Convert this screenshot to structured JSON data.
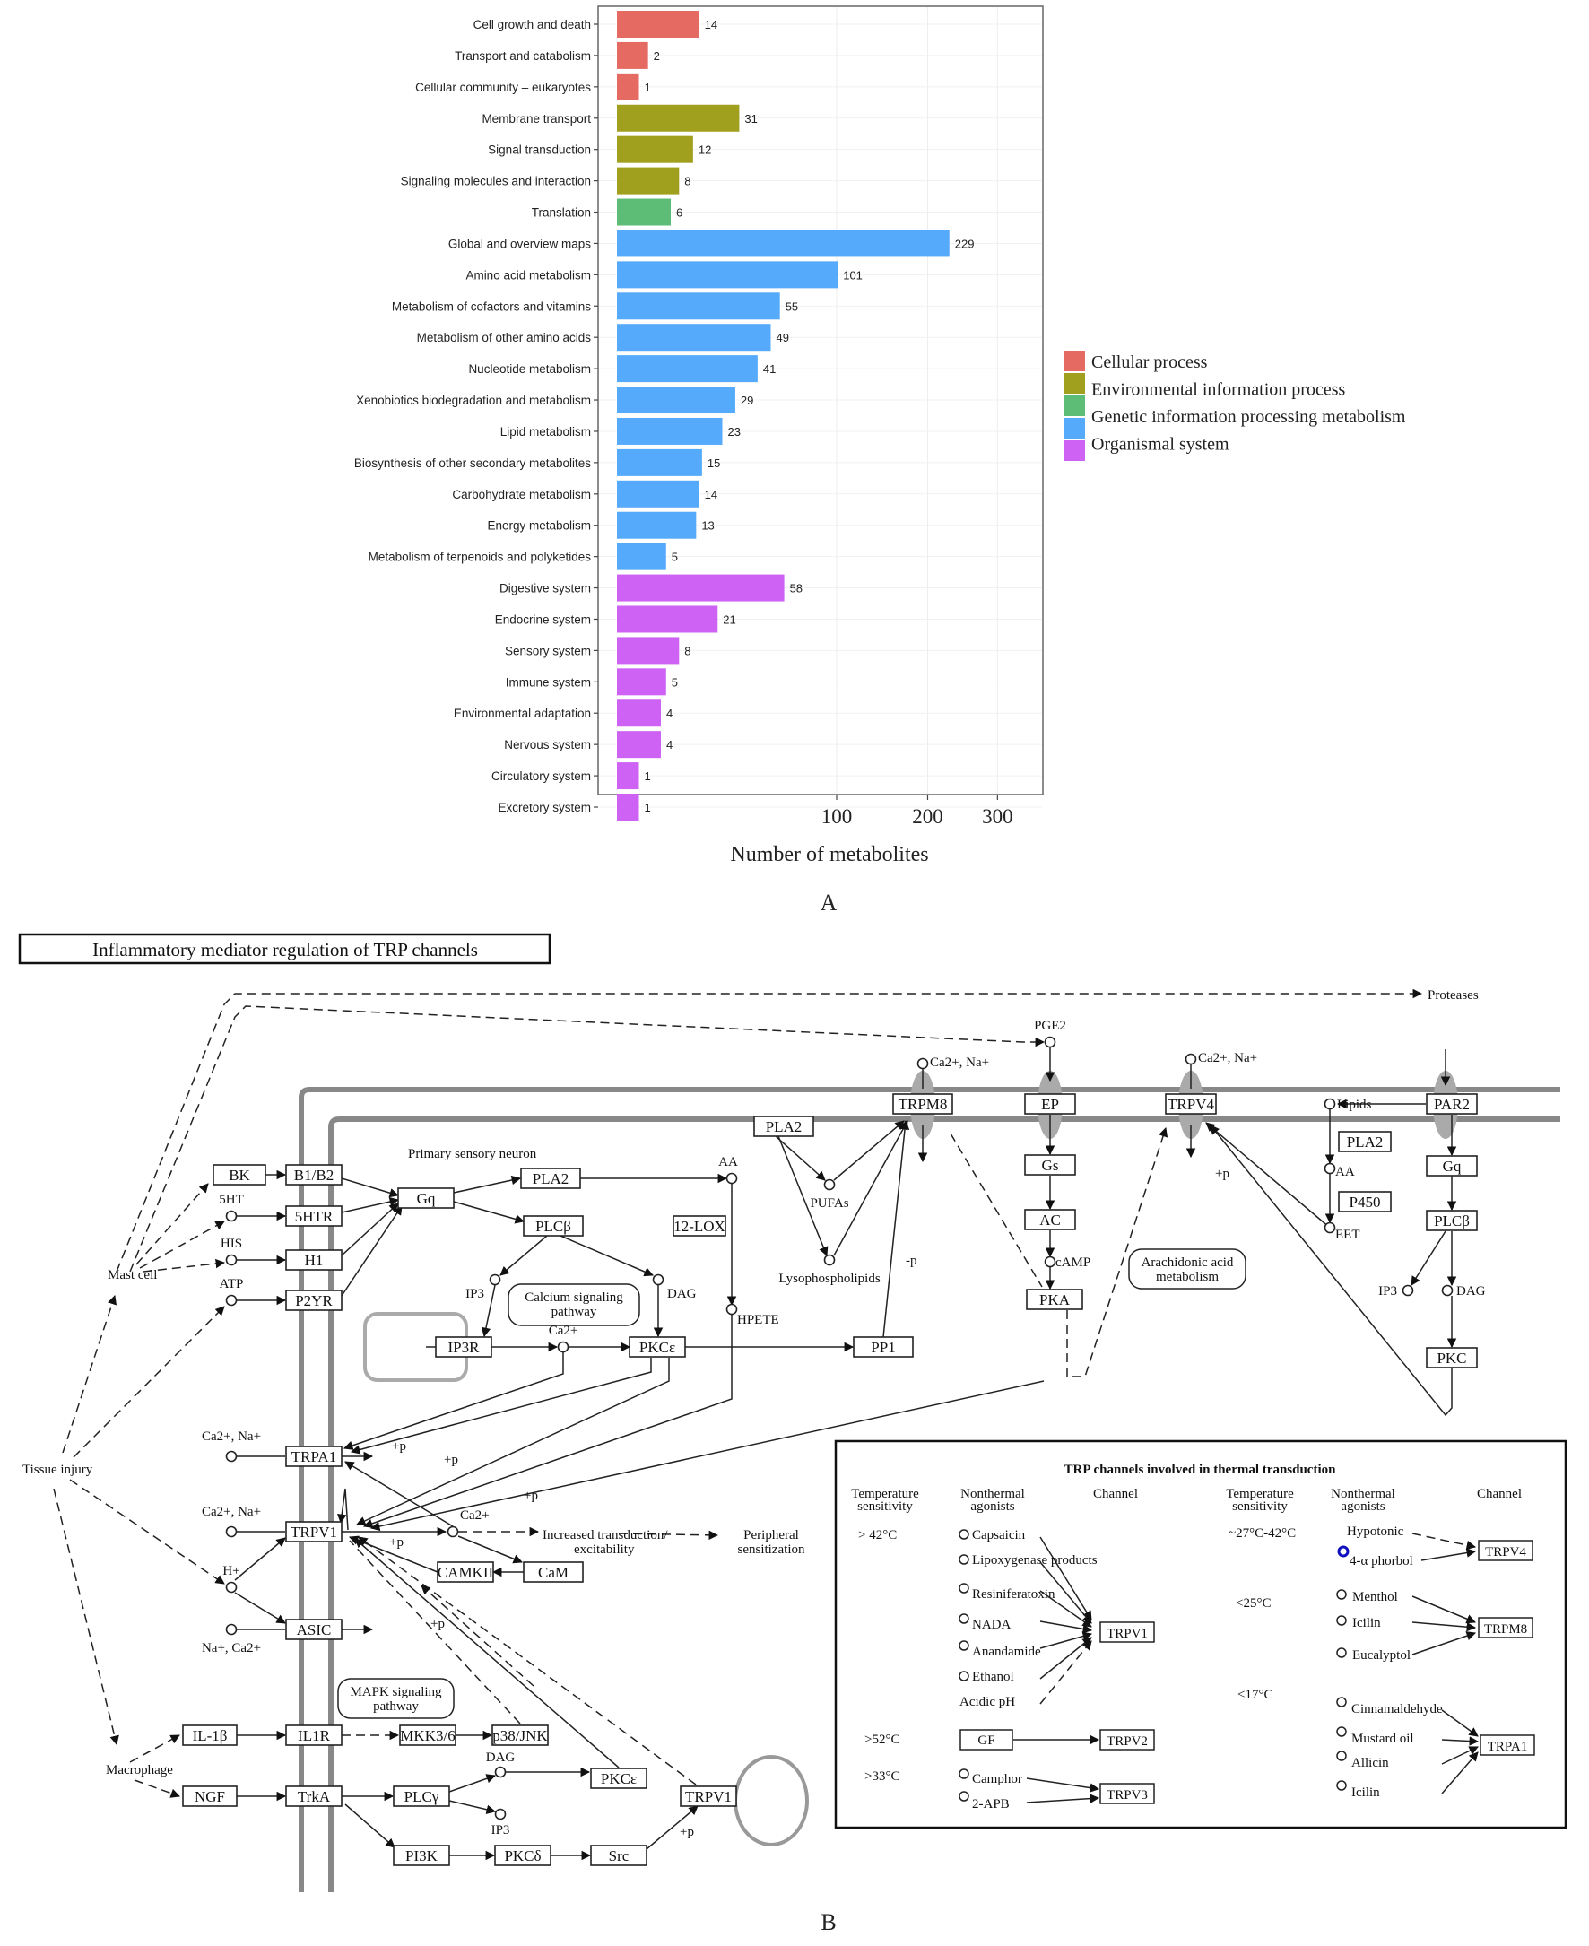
{
  "panel_a_label": "A",
  "panel_b_label": "B",
  "chart_data": {
    "type": "bar",
    "orientation": "horizontal",
    "xscale": "sqrt",
    "title": "",
    "xlabel": "Number of metabolites",
    "ylabel": "",
    "xticks": [
      100,
      200,
      300
    ],
    "xlim": [
      0,
      330
    ],
    "grid": true,
    "legend_position": "right",
    "categories": [
      "Cell growth and death",
      "Transport and catabolism",
      "Cellular community – eukaryotes",
      "Membrane transport",
      "Signal transduction",
      "Signaling molecules and interaction",
      "Translation",
      "Global and overview maps",
      "Amino acid metabolism",
      "Metabolism of cofactors and vitamins",
      "Metabolism of other amino acids",
      "Nucleotide metabolism",
      "Xenobiotics biodegradation and metabolism",
      "Lipid metabolism",
      "Biosynthesis of other secondary metabolites",
      "Carbohydrate metabolism",
      "Energy metabolism",
      "Metabolism of terpenoids and polyketides",
      "Digestive system",
      "Endocrine system",
      "Sensory system",
      "Immune system",
      "Environmental adaptation",
      "Nervous system",
      "Circulatory system",
      "Excretory system"
    ],
    "values": [
      14,
      2,
      1,
      31,
      12,
      8,
      6,
      229,
      101,
      55,
      49,
      41,
      29,
      23,
      15,
      14,
      13,
      5,
      58,
      21,
      8,
      5,
      4,
      4,
      1,
      1
    ],
    "groups": [
      0,
      0,
      0,
      1,
      1,
      1,
      2,
      3,
      3,
      3,
      3,
      3,
      3,
      3,
      3,
      3,
      3,
      3,
      4,
      4,
      4,
      4,
      4,
      4,
      4,
      4
    ],
    "legend": {
      "swatch_colors": [
        "#E46A62",
        "#A0A01E",
        "#5DBD77",
        "#56AAFB",
        "#CD62F5"
      ],
      "labels": [
        "Cellular process",
        "Environmental information process",
        "Genetic information processing metabolism",
        "Organismal system"
      ]
    }
  },
  "diagram": {
    "title": "Inflammatory mediator regulation of TRP channels",
    "region_label": "Primary sensory neuron",
    "nodes": {
      "BK": "BK",
      "B1B2": "B1/B2",
      "HTR5": "5HTR",
      "H1": "H1",
      "P2YR": "P2YR",
      "Gq": "Gq",
      "PLA2a": "PLA2",
      "PLCb": "PLCβ",
      "LOX12": "12-LOX",
      "IP3R": "IP3R",
      "PKCe": "PKCε",
      "PP1": "PP1",
      "PLA2b": "PLA2",
      "TRPM8": "TRPM8",
      "EP": "EP",
      "Gs": "Gs",
      "AC": "AC",
      "PKA": "PKA",
      "TRPV4": "TRPV4",
      "PAR2": "PAR2",
      "PLA2c": "PLA2",
      "P450": "P450",
      "Gq2": "Gq",
      "PLCb2": "PLCβ",
      "PKC": "PKC",
      "TRPA1": "TRPA1",
      "TRPV1": "TRPV1",
      "CAMKII": "CAMKII",
      "CaM": "CaM",
      "ASIC": "ASIC",
      "IL1b": "IL-1β",
      "IL1R": "IL1R",
      "MKK36": "MKK3/6",
      "p38": "p38/JNK",
      "NGF": "NGF",
      "TrkA": "TrkA",
      "PLCg": "PLCγ",
      "PKCe2": "PKCε",
      "TRPV1b": "TRPV1",
      "PI3K": "PI3K",
      "PKCd": "PKCδ",
      "Src": "Src"
    },
    "compounds": {
      "HT5": "5HT",
      "HIS": "HIS",
      "ATP": "ATP",
      "AA": "AA",
      "IP3": "IP3",
      "DAG": "DAG",
      "Ca1": "Ca2+",
      "HPETE": "HPETE",
      "PUFAs": "PUFAs",
      "Lyso": "Lysophospholipids",
      "PGE2": "PGE2",
      "cAMP": "cAMP",
      "Lipids": "Lipids",
      "AA2": "AA",
      "EET": "EET",
      "IP3b": "IP3",
      "DAG2": "DAG",
      "CaNa1": "Ca2+, Na+",
      "CaNa2": "Ca2+, Na+",
      "CaNa3": "Ca2+, Na+",
      "CaNa4": "Ca2+, Na+",
      "Ca2": "Ca2+",
      "H": "H+",
      "NaCa": "Na+, Ca2+",
      "DAG3": "DAG",
      "IP3c": "IP3"
    },
    "text_labels": {
      "mast_cell": "Mast cell",
      "tissue_injury": "Tissue injury",
      "macrophage": "Macrophage",
      "proteases": "Proteases",
      "increased": [
        "Increased transduction/",
        "excitability"
      ],
      "peripheral": [
        "Peripheral",
        "sensitization"
      ],
      "plus_p": "+p",
      "minus_p": "-p"
    },
    "pathway_maps": {
      "calcium": [
        "Calcium signaling",
        "pathway"
      ],
      "mapk": [
        "MAPK signaling",
        "pathway"
      ],
      "arachidonic": [
        "Arachidonic acid",
        "metabolism"
      ]
    },
    "thermal_box": {
      "title": "TRP channels involved in thermal transduction",
      "headers": [
        [
          "Temperature",
          "sensitivity"
        ],
        [
          "Nonthermal",
          "agonists"
        ],
        [
          "Channel"
        ]
      ],
      "left": [
        {
          "temp": "> 42°C",
          "agonists": [
            "Capsaicin",
            "Lipoxygenase products",
            "Resiniferatoxin",
            "NADA",
            "Anandamide",
            "Ethanol",
            "Acidic pH"
          ],
          "channel": "TRPV1"
        },
        {
          "temp": ">52°C",
          "agonists": [
            "GF"
          ],
          "channel": "TRPV2"
        },
        {
          "temp": ">33°C",
          "agonists": [
            "Camphor",
            "2-APB"
          ],
          "channel": "TRPV3"
        }
      ],
      "right": [
        {
          "temp": "~27°C-42°C",
          "agonists": [
            "Hypotonic",
            "4-α phorbol"
          ],
          "channel": "TRPV4"
        },
        {
          "temp": "<25°C",
          "agonists": [
            "Menthol",
            "Icilin",
            "Eucalyptol"
          ],
          "channel": "TRPM8"
        },
        {
          "temp": "<17°C",
          "agonists": [
            "Cinnamaldehyde",
            "Mustard oil",
            "Allicin",
            "Icilin"
          ],
          "channel": "TRPA1"
        }
      ]
    }
  }
}
